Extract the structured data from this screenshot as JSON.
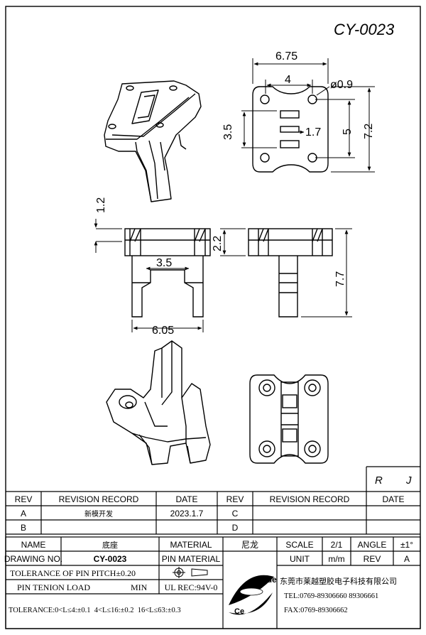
{
  "drawing_id": "CY-0023",
  "corner_letters": [
    "R",
    "J"
  ],
  "dimensions": {
    "top_width": "6.75",
    "top_inner": "4",
    "hole_dia": "ø0.9",
    "slot_height": "3.5",
    "slot_width": "1.7",
    "pin_spacing": "5",
    "total_height": "7.2",
    "pin_offset": "1.2",
    "front_gap": "3.5",
    "front_width": "6.05",
    "side_top": "2.2",
    "side_height": "7.7"
  },
  "revision_table": {
    "headers": [
      "REV",
      "REVISION RECORD",
      "DATE",
      "REV",
      "REVISION RECORD",
      "DATE"
    ],
    "rows": [
      [
        "A",
        "新模开发",
        "2023.1.7",
        "C",
        "",
        ""
      ],
      [
        "B",
        "",
        "",
        "D",
        "",
        ""
      ]
    ]
  },
  "title_block": {
    "name_label": "NAME",
    "name_value": "底座",
    "material_label": "MATERIAL",
    "material_value": "尼龙",
    "scale_label": "SCALE",
    "scale_value": "2/1",
    "angle_label": "ANGLE",
    "angle_value": "±1°",
    "drawing_no_label": "DRAWING NO.",
    "drawing_no_value": "CY-0023",
    "pin_material_label": "PIN MATERIAL",
    "unit_label": "UNIT",
    "unit_value": "m/m",
    "rev_label": "REV",
    "rev_value": "A",
    "pitch_tolerance": "TOLERANCE OF PIN PITCH±0.20",
    "pin_load_label": "PIN TENION LOAD",
    "pin_load_value": "MIN",
    "ul_rec": "UL REC:94V-0",
    "tolerance_line": "TOLERANCE:0<L≤4:±0.1  4<L≤16:±0.2  16<L≤63:±0.3",
    "company": "东莞市莱越塑胶电子科技有限公司",
    "tel": "TEL:0769-89306660 89306661",
    "fax": "FAX:0769-89306662",
    "logo_text": "Ψue",
    "logo_mark": "Ce"
  }
}
